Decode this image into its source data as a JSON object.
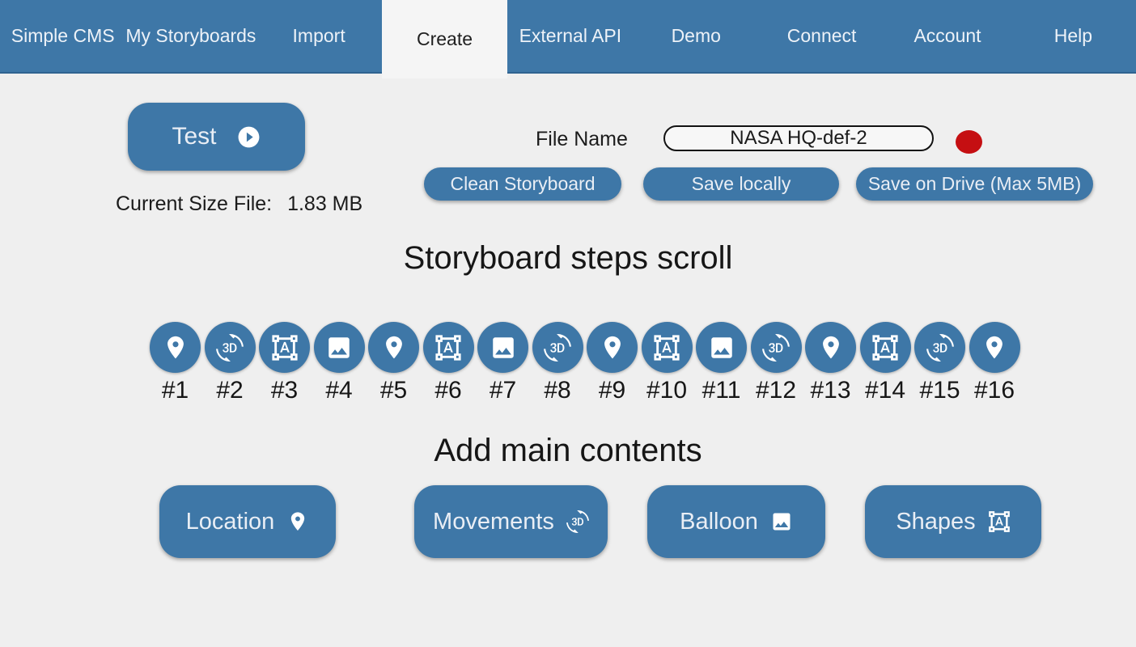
{
  "nav_items": [
    {
      "name": "nav-item-simple-cms",
      "label": "Simple CMS"
    },
    {
      "name": "nav-item-my-storyboards",
      "label": "My Storyboards"
    },
    {
      "name": "nav-item-import",
      "label": "Import"
    },
    {
      "name": "nav-item-create",
      "label": "Create",
      "active": true
    },
    {
      "name": "nav-item-external-api",
      "label": "External API"
    },
    {
      "name": "nav-item-demo",
      "label": "Demo"
    },
    {
      "name": "nav-item-connect",
      "label": "Connect"
    },
    {
      "name": "nav-item-account",
      "label": "Account"
    },
    {
      "name": "nav-item-help",
      "label": "Help"
    }
  ],
  "toolbar": {
    "test_label": "Test",
    "size_label": "Current Size File:",
    "size_value": "1.83 MB",
    "file_name_label": "File Name",
    "file_name_value": "NASA HQ-def-2",
    "clean_label": "Clean Storyboard",
    "save_local_label": "Save locally",
    "save_drive_label": "Save on Drive (Max 5MB)"
  },
  "sections": {
    "steps_title": "Storyboard steps scroll",
    "contents_title": "Add main contents"
  },
  "steps": [
    {
      "name": "step-1",
      "label": "#1",
      "icon": "location-pin-icon"
    },
    {
      "name": "step-2",
      "label": "#2",
      "icon": "3d-rotation-icon"
    },
    {
      "name": "step-3",
      "label": "#3",
      "icon": "format-shapes-icon"
    },
    {
      "name": "step-4",
      "label": "#4",
      "icon": "image-icon"
    },
    {
      "name": "step-5",
      "label": "#5",
      "icon": "location-pin-icon"
    },
    {
      "name": "step-6",
      "label": "#6",
      "icon": "format-shapes-icon"
    },
    {
      "name": "step-7",
      "label": "#7",
      "icon": "image-icon"
    },
    {
      "name": "step-8",
      "label": "#8",
      "icon": "3d-rotation-icon"
    },
    {
      "name": "step-9",
      "label": "#9",
      "icon": "location-pin-icon"
    },
    {
      "name": "step-10",
      "label": "#10",
      "icon": "format-shapes-icon"
    },
    {
      "name": "step-11",
      "label": "#11",
      "icon": "image-icon"
    },
    {
      "name": "step-12",
      "label": "#12",
      "icon": "3d-rotation-icon"
    },
    {
      "name": "step-13",
      "label": "#13",
      "icon": "location-pin-icon"
    },
    {
      "name": "step-14",
      "label": "#14",
      "icon": "format-shapes-icon"
    },
    {
      "name": "step-15",
      "label": "#15",
      "icon": "3d-rotation-icon"
    },
    {
      "name": "step-16",
      "label": "#16",
      "icon": "location-pin-icon"
    }
  ],
  "main_buttons": [
    {
      "name": "location-button",
      "label": "Location",
      "icon": "location-pin-icon"
    },
    {
      "name": "movements-button",
      "label": "Movements",
      "icon": "3d-rotation-icon"
    },
    {
      "name": "balloon-button",
      "label": "Balloon",
      "icon": "image-icon"
    },
    {
      "name": "shapes-button",
      "label": "Shapes",
      "icon": "format-shapes-icon"
    }
  ],
  "colors": {
    "accent": "#3e77a7",
    "nav_border": "#2f6390",
    "record_dot": "#c50f12",
    "page_background": "#efefef"
  }
}
